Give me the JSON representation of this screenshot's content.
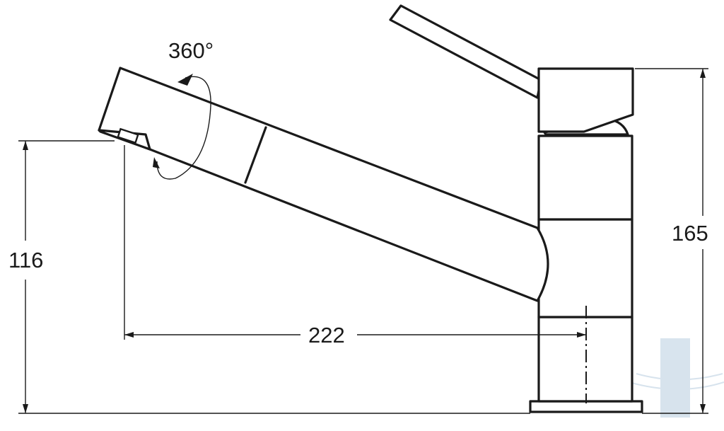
{
  "dimensions": {
    "rotation_label": "360°",
    "height_spout_label": "116",
    "reach_label": "222",
    "height_total_label": "165"
  },
  "colors": {
    "line": "#1a1a1a",
    "background": "#ffffff",
    "watermark": "#9fb9cf"
  }
}
